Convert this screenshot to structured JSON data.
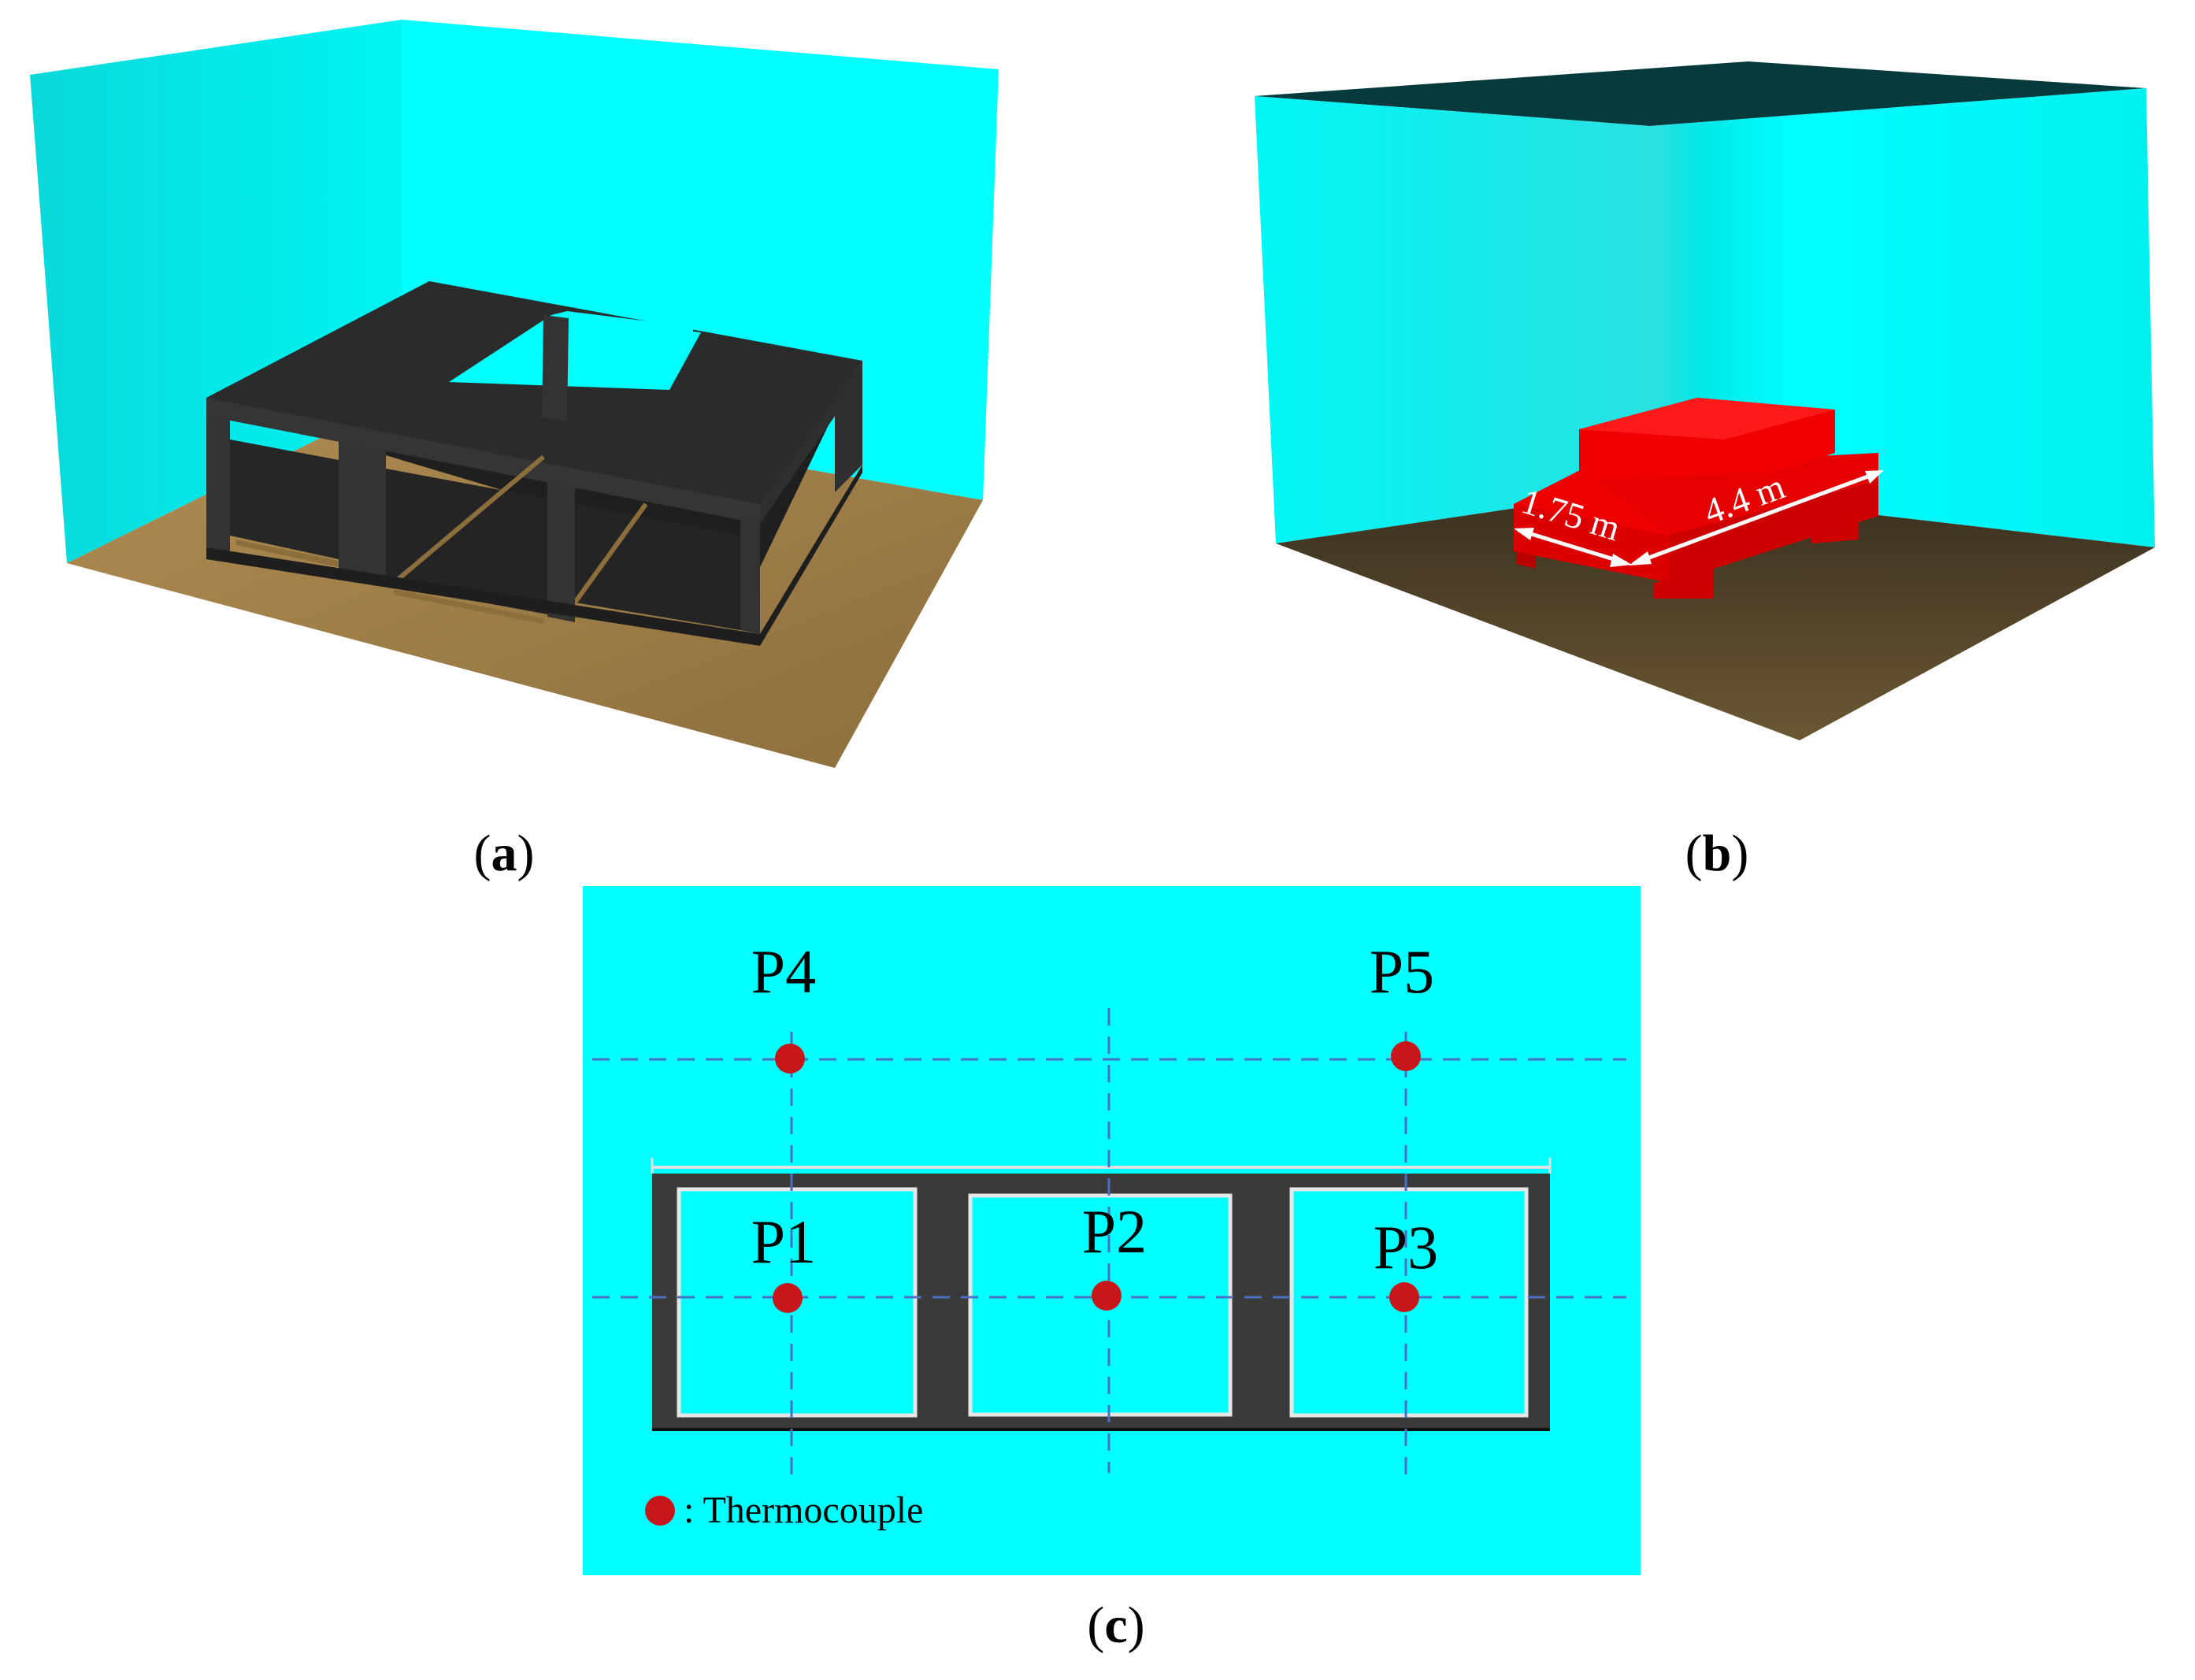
{
  "panels": {
    "a": {
      "caption_letter": "a"
    },
    "b": {
      "caption_letter": "b",
      "dimensions": {
        "width": "1.75 m",
        "length": "4.4 m"
      }
    },
    "c": {
      "caption_letter": "c",
      "points": [
        {
          "id": "P1"
        },
        {
          "id": "P2"
        },
        {
          "id": "P3"
        },
        {
          "id": "P4"
        },
        {
          "id": "P5"
        }
      ],
      "legend": {
        "label": ": Thermocouple"
      }
    }
  },
  "colors": {
    "wall": "#00ffff",
    "floor_a": "#9c7a45",
    "floor_b": "#4c3f25",
    "structure": "#262626",
    "vehicle": "#ff0000",
    "thermocouple": "#c8171b",
    "guide_line": "#4a6fc4"
  }
}
